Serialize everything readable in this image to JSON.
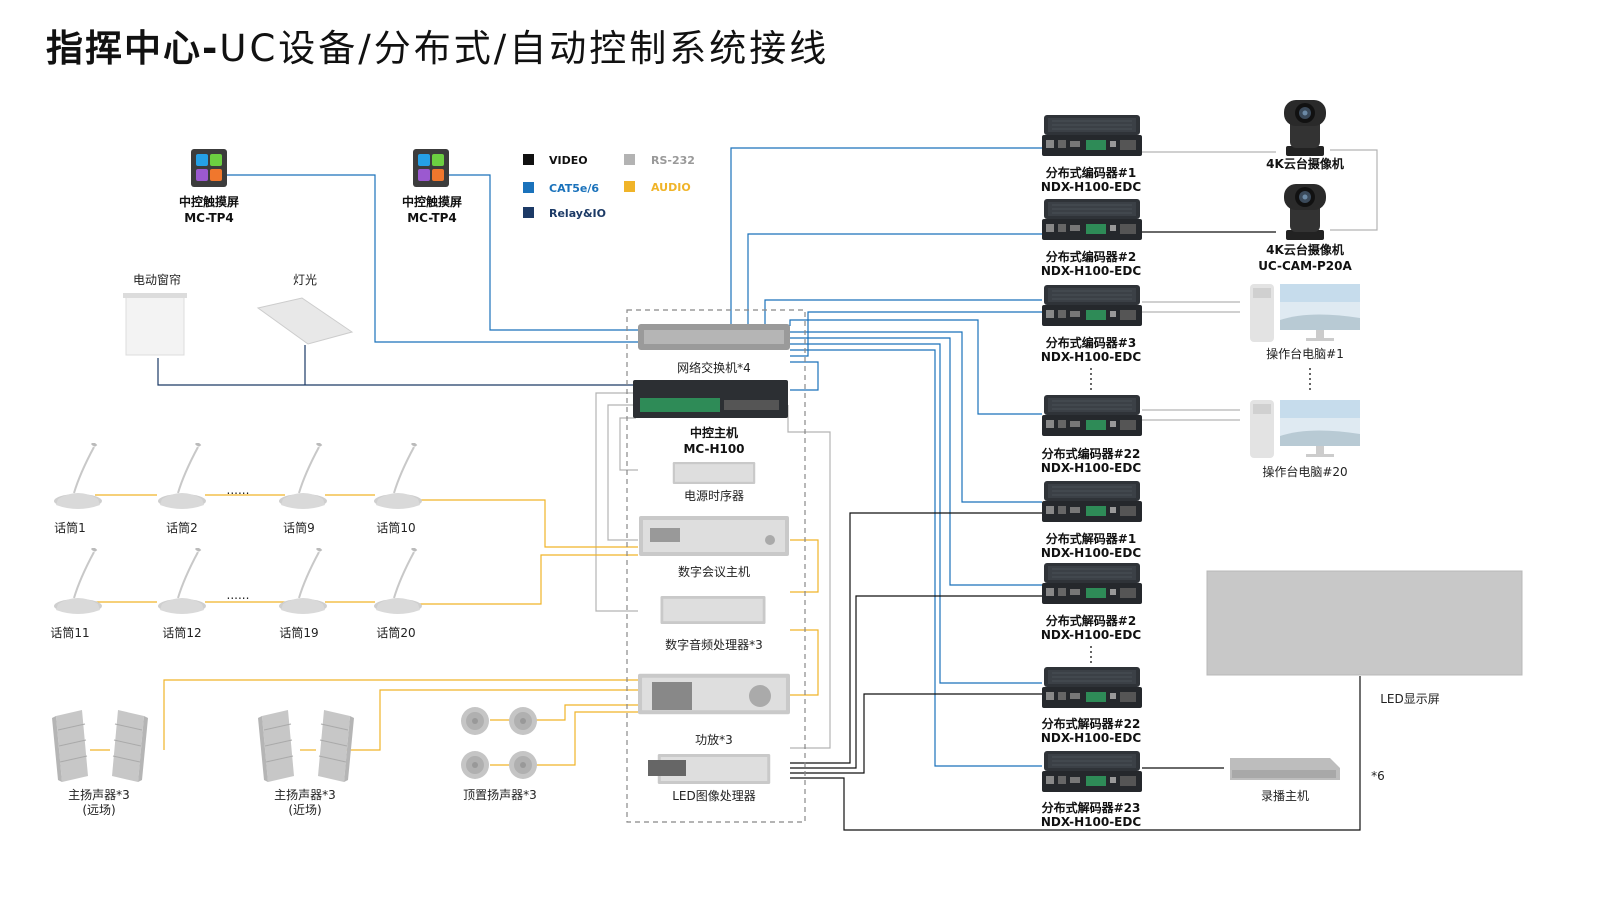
{
  "title": {
    "bold": "指挥中心-",
    "rest": "UC设备/分布式/自动控制系统接线"
  },
  "legend": {
    "video": "VIDEO",
    "cat": "CAT5e/6",
    "relay": "Relay&IO",
    "rs232": "RS-232",
    "audio": "AUDIO"
  },
  "colors": {
    "video": "#111111",
    "cat": "#1a72bb",
    "relay": "#1c3a66",
    "rs232": "#b3b3b3",
    "audio": "#f0b429"
  },
  "touch1": {
    "name": "中控触摸屏",
    "model": "MC-TP4"
  },
  "touch2": {
    "name": "中控触摸屏",
    "model": "MC-TP4"
  },
  "curtain": "电动窗帘",
  "light": "灯光",
  "mics_row1": [
    "话筒1",
    "话筒2",
    "话筒9",
    "话筒10"
  ],
  "mics_row2": [
    "话筒11",
    "话筒12",
    "话筒19",
    "话筒20"
  ],
  "dots": "......",
  "rack": {
    "switch": "网络交换机*4",
    "host_name": "中控主机",
    "host_model": "MC-H100",
    "sequencer": "电源时序器",
    "conference": "数字会议主机",
    "dsp": "数字音频处理器*3",
    "amp": "功放*3",
    "led_proc": "LED图像处理器"
  },
  "speakers": {
    "far1": "主扬声器*3",
    "far2": "(远场)",
    "near1": "主扬声器*3",
    "near2": "(近场)",
    "ceiling": "顶置扬声器*3"
  },
  "encoders": [
    {
      "name": "分布式编码器#1",
      "model": "NDX-H100-EDC"
    },
    {
      "name": "分布式编码器#2",
      "model": "NDX-H100-EDC"
    },
    {
      "name": "分布式编码器#3",
      "model": "NDX-H100-EDC"
    },
    {
      "name": "分布式编码器#22",
      "model": "NDX-H100-EDC"
    }
  ],
  "decoders": [
    {
      "name": "分布式解码器#1",
      "model": "NDX-H100-EDC"
    },
    {
      "name": "分布式解码器#2",
      "model": "NDX-H100-EDC"
    },
    {
      "name": "分布式解码器#22",
      "model": "NDX-H100-EDC"
    },
    {
      "name": "分布式解码器#23",
      "model": "NDX-H100-EDC"
    }
  ],
  "camera1": "4K云台摄像机",
  "camera2": {
    "name": "4K云台摄像机",
    "model": "UC-CAM-P20A"
  },
  "pc1": "操作台电脑#1",
  "pc20": "操作台电脑#20",
  "led_screen": "LED显示屏",
  "recorder": "录播主机",
  "times6": "*6"
}
